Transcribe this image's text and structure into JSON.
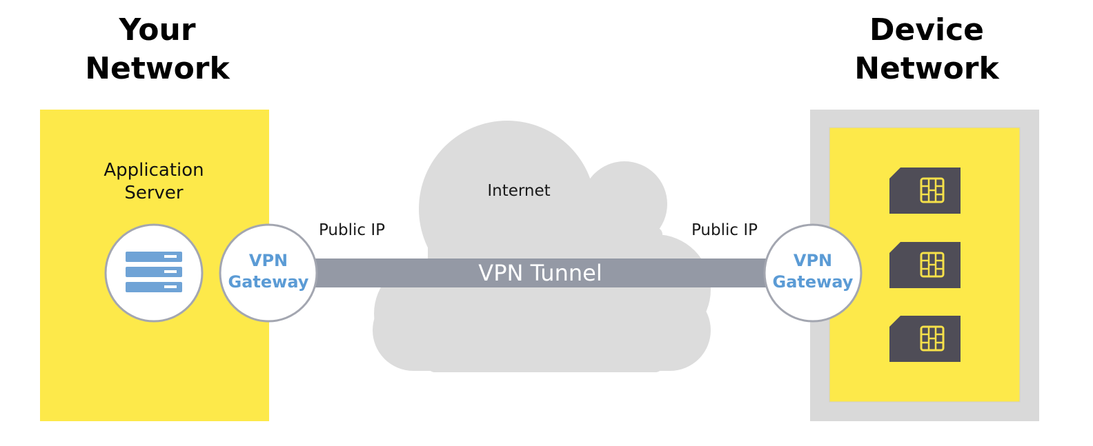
{
  "left_network": {
    "title_line1": "Your",
    "title_line2": "Network"
  },
  "right_network": {
    "title_line1": "Device",
    "title_line2": "Network"
  },
  "application_server": {
    "label_line1": "Application",
    "label_line2": "Server",
    "icon": "server-icon"
  },
  "left_gateway": {
    "label_line1": "VPN",
    "label_line2": "Gateway"
  },
  "right_gateway": {
    "label_line1": "VPN",
    "label_line2": "Gateway"
  },
  "cloud": {
    "label": "Internet"
  },
  "left_public_ip": "Public IP",
  "right_public_ip": "Public IP",
  "tunnel": {
    "label": "VPN Tunnel"
  },
  "devices": [
    {
      "icon": "sim-card-icon"
    },
    {
      "icon": "sim-card-icon"
    },
    {
      "icon": "sim-card-icon"
    }
  ],
  "colors": {
    "network_yellow": "#FDE94A",
    "device_frame_gray": "#D9D9D9",
    "cloud_gray": "#DCDCDC",
    "tunnel_gray": "#9499A5",
    "gateway_blue": "#5B9BD5",
    "server_blue": "#6FA3D6",
    "sim_dark": "#4F4D57",
    "sim_chip": "#F5E04A"
  }
}
